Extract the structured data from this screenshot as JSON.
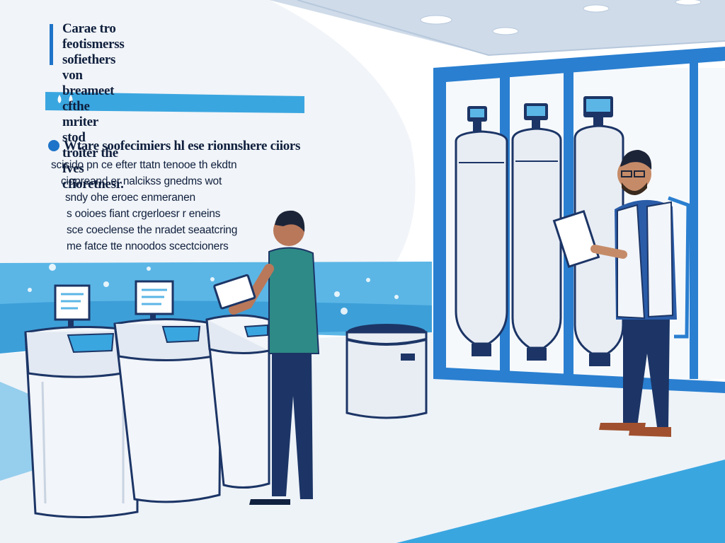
{
  "title": {
    "lines": [
      "Carae tro feotismerss sofiethers",
      "von breameet cfthe mriter stod",
      "troiter the fves cfioretnesr."
    ]
  },
  "section": {
    "heading": "Wtare soofecimiers hl ese rionnshere ciiors",
    "lines": [
      "scisido pn ce efter ttatn tenooe th ekdtn",
      "ciopreand er nalcikss gnedms wot",
      "sndy ohe eroec enmeranen",
      "s ooioes fiant crgerloesr r eneins",
      "sce coeclense the nradet seaatcring",
      "me fatce tte nnoodos scectcioners"
    ]
  },
  "colors": {
    "accent": "#1e74c8",
    "light_blue": "#3aa6e0",
    "navy": "#1c3566",
    "tank": "#e8edf4",
    "shirt_green": "#2e8a86"
  }
}
